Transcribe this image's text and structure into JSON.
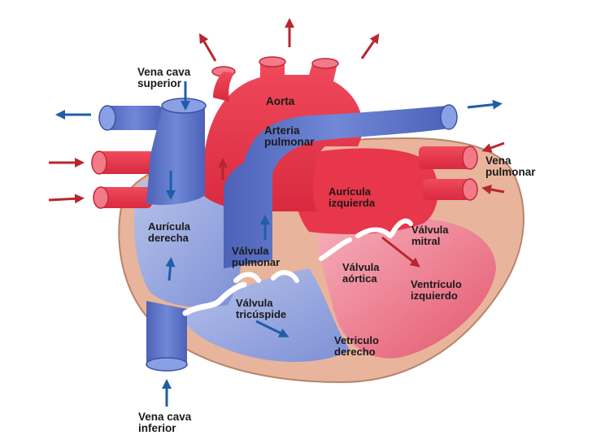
{
  "labels": {
    "vena_cava_superior": [
      "Vena cava",
      "superior"
    ],
    "aorta": [
      "Aorta"
    ],
    "arteria_pulmonar": [
      "Arteria",
      "pulmonar"
    ],
    "vena_pulmonar": [
      "Vena",
      "pulmonar"
    ],
    "auricula_izquierda": [
      "Aurícula",
      "izquierda"
    ],
    "auricula_derecha": [
      "Aurícula",
      "derecha"
    ],
    "valvula_mitral": [
      "Válvula",
      "mitral"
    ],
    "valvula_pulmonar": [
      "Válvula",
      "pulmonar"
    ],
    "valvula_aortica": [
      "Válvula",
      "aórtica"
    ],
    "ventriculo_izquierdo": [
      "Ventrículo",
      "izquierdo"
    ],
    "valvula_tricuspide": [
      "Válvula",
      "tricúspide"
    ],
    "ventriculo_derecho": [
      "Vetriculo",
      "derecho"
    ],
    "vena_cava_inferior": [
      "Vena cava",
      "inferior"
    ]
  },
  "colors": {
    "oxygenated": "#e8364a",
    "deoxygenated": "#5b74c8",
    "wall": "#e8b59c",
    "arrow_red": "#b8262e",
    "arrow_blue": "#1d5fa8"
  }
}
